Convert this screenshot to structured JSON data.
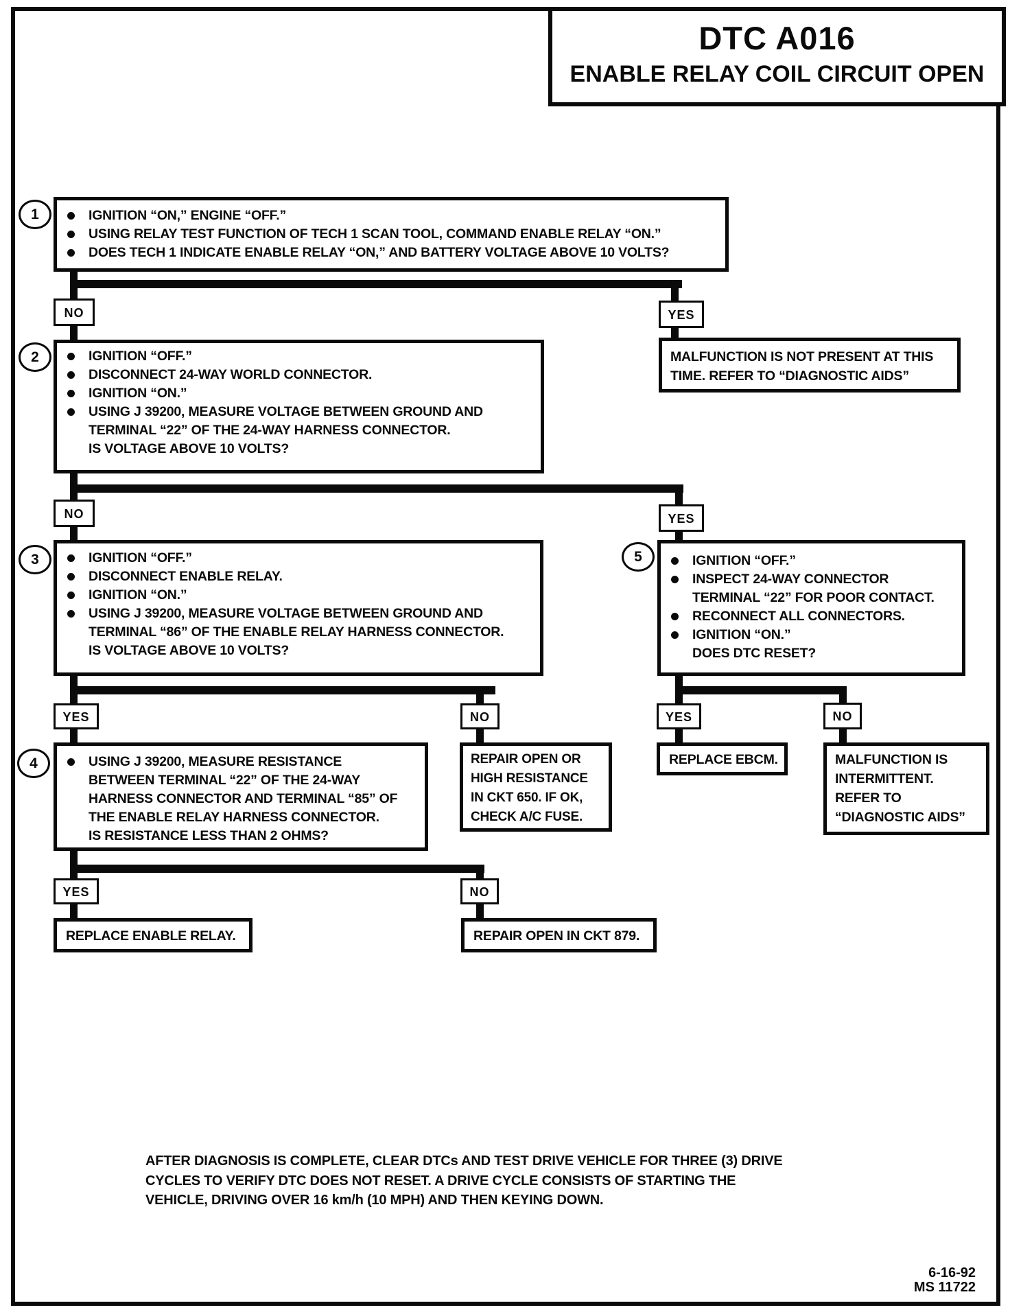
{
  "title": {
    "code": "DTC A016",
    "name": "ENABLE RELAY COIL CIRCUIT OPEN"
  },
  "labels": {
    "yes": "YES",
    "no": "NO"
  },
  "steps": {
    "s1": {
      "num": "1",
      "bullets": [
        "IGNITION “ON,” ENGINE “OFF.”",
        "USING RELAY TEST FUNCTION OF TECH 1 SCAN TOOL, COMMAND ENABLE RELAY “ON.”",
        "DOES TECH 1 INDICATE ENABLE RELAY “ON,” AND BATTERY VOLTAGE ABOVE 10 VOLTS?"
      ]
    },
    "s2": {
      "num": "2",
      "bullets": [
        "IGNITION “OFF.”",
        "DISCONNECT 24-WAY WORLD CONNECTOR.",
        "IGNITION “ON.”",
        "USING J 39200, MEASURE VOLTAGE BETWEEN GROUND AND\nTERMINAL “22” OF THE 24-WAY HARNESS CONNECTOR.\nIS VOLTAGE ABOVE 10 VOLTS?"
      ]
    },
    "s3": {
      "num": "3",
      "bullets": [
        "IGNITION “OFF.”",
        "DISCONNECT ENABLE RELAY.",
        "IGNITION “ON.”",
        "USING J 39200, MEASURE VOLTAGE BETWEEN GROUND AND\nTERMINAL “86” OF THE ENABLE RELAY HARNESS CONNECTOR.\nIS VOLTAGE ABOVE 10 VOLTS?"
      ]
    },
    "s4": {
      "num": "4",
      "bullets": [
        "USING J 39200, MEASURE RESISTANCE\nBETWEEN TERMINAL “22” OF THE 24-WAY\nHARNESS CONNECTOR AND TERMINAL “85” OF\nTHE ENABLE RELAY HARNESS CONNECTOR.\nIS RESISTANCE LESS THAN 2 OHMS?"
      ]
    },
    "s5": {
      "num": "5",
      "bullets": [
        "IGNITION “OFF.”",
        "INSPECT 24-WAY CONNECTOR\nTERMINAL “22” FOR POOR CONTACT.",
        "RECONNECT ALL CONNECTORS.",
        "IGNITION “ON.”\nDOES DTC RESET?"
      ]
    }
  },
  "terminals": {
    "malfunction_not_present": "MALFUNCTION IS NOT PRESENT AT THIS\nTIME.  REFER TO “DIAGNOSTIC AIDS”",
    "repair_ckt650": "REPAIR OPEN OR\nHIGH RESISTANCE\nIN CKT 650.  IF OK,\nCHECK A/C FUSE.",
    "replace_ebcm": "REPLACE EBCM.",
    "malfunction_intermittent": "MALFUNCTION IS\nINTERMITTENT.\nREFER TO\n“DIAGNOSTIC AIDS”",
    "replace_enable_relay": "REPLACE ENABLE RELAY.",
    "repair_ckt879": "REPAIR OPEN IN CKT 879."
  },
  "footer": {
    "note": "AFTER DIAGNOSIS IS COMPLETE, CLEAR DTCs AND TEST DRIVE VEHICLE FOR THREE (3) DRIVE\nCYCLES TO VERIFY DTC DOES NOT RESET.  A DRIVE CYCLE CONSISTS OF STARTING THE\nVEHICLE, DRIVING OVER 16 km/h (10 MPH) AND THEN KEYING DOWN.",
    "date": "6-16-92",
    "doc_number": "MS 11722"
  }
}
